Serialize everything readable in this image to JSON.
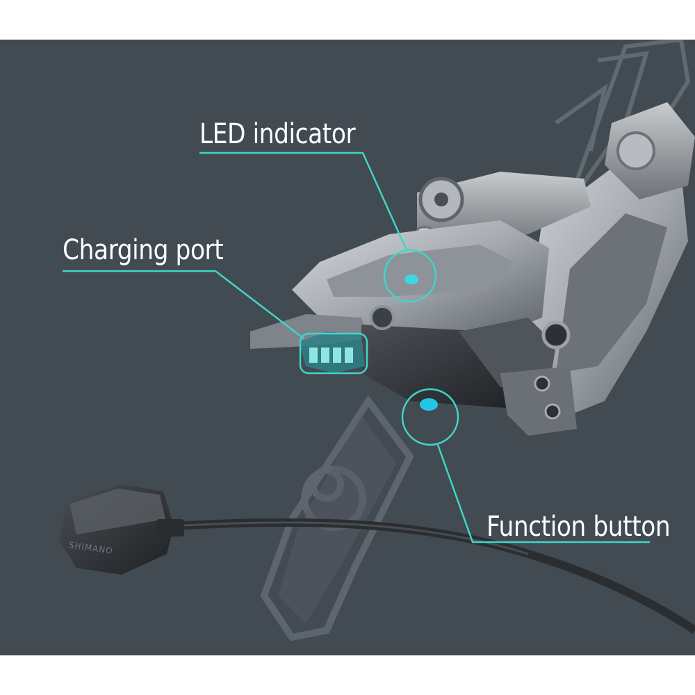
{
  "callouts": {
    "led_indicator": "LED indicator",
    "charging_port": "Charging port",
    "function_button": "Function button"
  },
  "battery_brand": "SHIMANO",
  "colors": {
    "background": "#424a52",
    "accent": "#3fd6c8",
    "highlight": "#22c6e6",
    "label": "#ffffff"
  }
}
